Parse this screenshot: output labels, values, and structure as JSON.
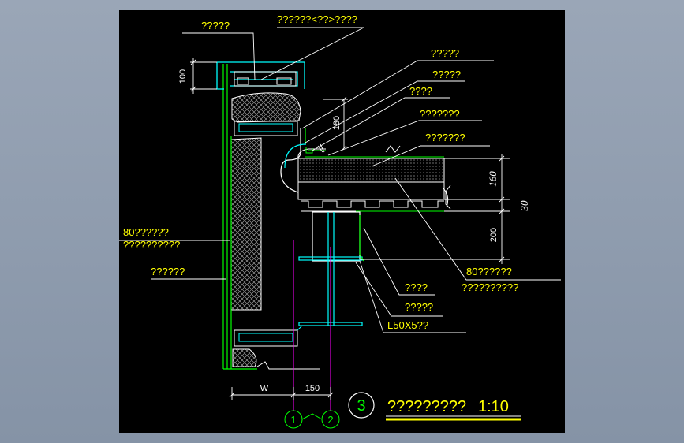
{
  "labels": {
    "top_left": "?????",
    "top_center": "??????<??>????",
    "r1": "?????",
    "r2": "?????",
    "r3": "????",
    "r4": "???????",
    "r5": "???????",
    "left1a": "80??????",
    "left1b": "??????????",
    "left2": "??????",
    "right_mid_a": "80??????",
    "right_mid_b": "??????????",
    "bot1": "????",
    "bot2": "?????",
    "bot3": "L50X5??"
  },
  "dims": {
    "d100": "100",
    "d180": "180",
    "d160": "160",
    "d30": "30",
    "d200": "200",
    "w": "W",
    "d150": "150"
  },
  "axes": {
    "a1": "1",
    "a2": "2"
  },
  "title": {
    "number": "3",
    "text": "?????????",
    "scale": "1:10"
  },
  "colors": {
    "background": "#000000",
    "frame": "#8593a6",
    "annotation": "#ffff00",
    "steel": "#00ffff",
    "structure": "#00ff00",
    "leader": "#ffffff",
    "axis": "#ff00ff"
  }
}
